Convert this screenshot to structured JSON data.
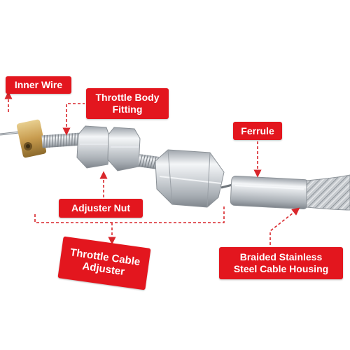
{
  "labels": {
    "inner_wire": "Inner Wire",
    "throttle_body_fitting": [
      "Throttle Body",
      "Fitting"
    ],
    "ferrule": "Ferrule",
    "adjuster_nut": "Adjuster Nut",
    "throttle_cable_adjuster": [
      "Throttle Cable",
      "Adjuster"
    ],
    "braided_housing": [
      "Braided Stainless",
      "Steel Cable Housing"
    ]
  },
  "colors": {
    "callout": "#e3161e",
    "callout_text": "#ffffff",
    "leader": "#d9262b",
    "metal": "#c9cdd2",
    "brass": "#c9a05a"
  }
}
